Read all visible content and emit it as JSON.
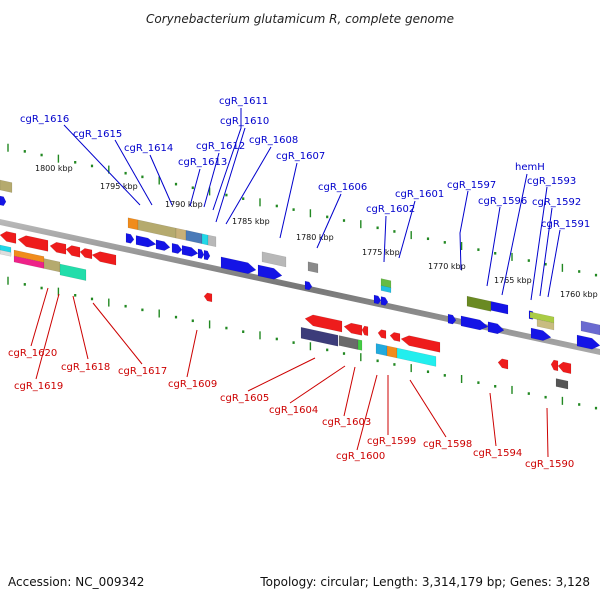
{
  "title": "Corynebacterium glutamicum R, complete genome",
  "footer": {
    "accession": "Accession: NC_009342",
    "summary": "Topology: circular; Length: 3,314,179 bp; Genes: 3,128"
  },
  "colors": {
    "forward_label": "#0000cc",
    "reverse_label": "#cc0000",
    "tick": "#228822",
    "backbone": "#888888"
  },
  "kbp_marks": [
    "1800 kbp",
    "1795 kbp",
    "1790 kbp",
    "1785 kbp",
    "1780 kbp",
    "1775 kbp",
    "1770 kbp",
    "1765 kbp",
    "1760 kbp"
  ],
  "forward_genes": [
    "cgR_1616",
    "cgR_1615",
    "cgR_1614",
    "cgR_1613",
    "cgR_1612",
    "cgR_1611",
    "cgR_1610",
    "cgR_1608",
    "cgR_1607",
    "cgR_1606",
    "cgR_1602",
    "cgR_1601",
    "cgR_1597",
    "cgR_1596",
    "hemH",
    "cgR_1593",
    "cgR_1592",
    "cgR_1591"
  ],
  "reverse_genes": [
    "cgR_1620",
    "cgR_1619",
    "cgR_1618",
    "cgR_1617",
    "cgR_1609",
    "cgR_1605",
    "cgR_1604",
    "cgR_1603",
    "cgR_1600",
    "cgR_1599",
    "cgR_1598",
    "cgR_1594",
    "cgR_1590"
  ]
}
